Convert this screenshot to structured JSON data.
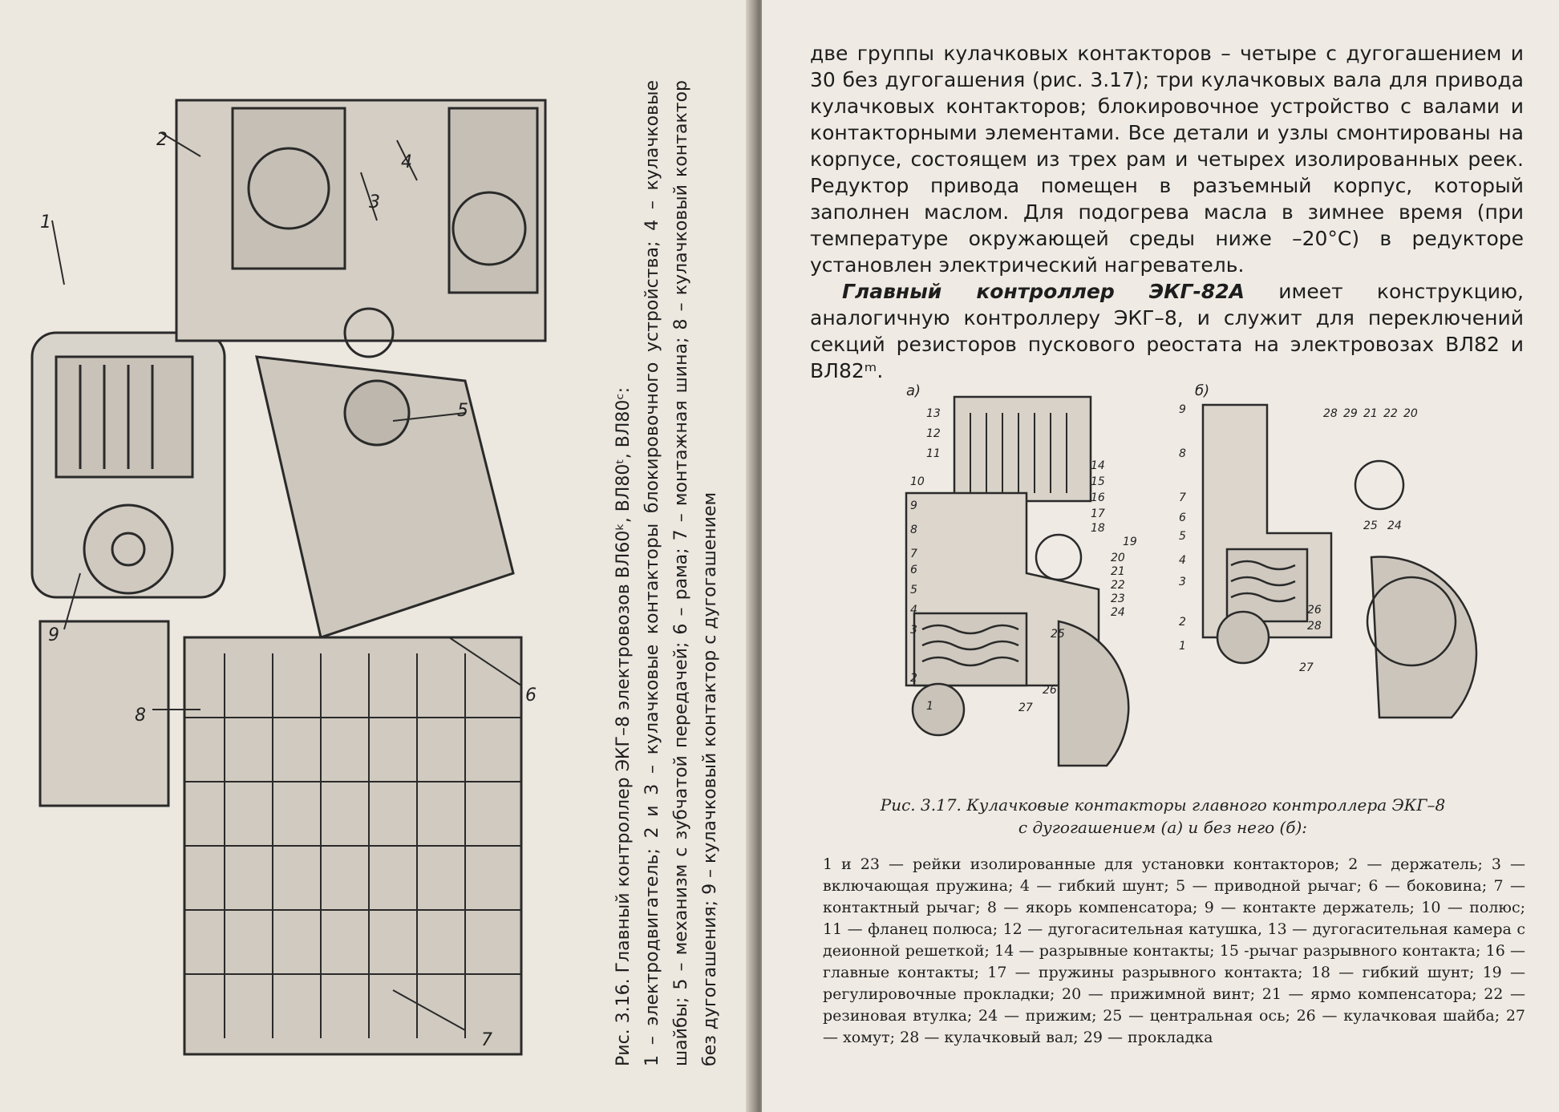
{
  "left_page": {
    "caption": {
      "title": "Рис. 3.16. Главный контроллер ЭКГ–8 электровозов ВЛ60ᵏ, ВЛ80ᵗ, ВЛ80ᶜ:",
      "legend": "1 – электродвигатель; 2 и 3 – кулачковые контакторы блокировочного устройства; 4 – кулачковые шайбы; 5 – механизм с зубчатой передачей; 6 – рама; 7 – монтажная шина; 8 – кулачковый контактор без дугогашения; 9 – кулачковый контактор с дугогашением"
    },
    "figure_labels": [
      "1",
      "2",
      "3",
      "4",
      "5",
      "6",
      "7",
      "8",
      "9"
    ]
  },
  "right_page": {
    "paragraph1": "две группы кулачковых контакторов – четыре с дугогашением и 30 без дугогашения (рис. 3.17); три кулачковых вала для привода кулачковых контакторов; блокировочное устройство с валами и контакторными элементами. Все детали и узлы смонтированы на корпусе, состоящем из трех рам и четырех изолированных реек. Редуктор привода помещен в разъемный корпус, который заполнен маслом. Для подогрева масла в зимнее время (при температуре окружающей среды ниже –20°С) в редукторе установлен электрический нагреватель.",
    "paragraph2_bold": "Главный контроллер ЭКГ-82А",
    "paragraph2_rest": " имеет конструкцию, аналогичную контроллеру ЭКГ–8, и служит для переключений секций резисторов пускового реостата на электровозах ВЛ82 и ВЛ82ᵐ.",
    "figure": {
      "panel_a": "а)",
      "panel_b": "б)",
      "labels_a": [
        "13",
        "12",
        "11",
        "10",
        "9",
        "8",
        "7",
        "6",
        "5",
        "4",
        "3",
        "2",
        "1",
        "14",
        "15",
        "16",
        "17",
        "18",
        "19",
        "20",
        "21",
        "22",
        "23",
        "24",
        "25",
        "26",
        "27"
      ],
      "labels_b": [
        "9",
        "8",
        "7",
        "6",
        "5",
        "4",
        "3",
        "2",
        "1",
        "28",
        "29",
        "21",
        "22",
        "20",
        "25",
        "24",
        "26",
        "28",
        "27"
      ]
    },
    "figure_caption_line1": "Рис. 3.17. Кулачковые контакторы главного контроллера ЭКГ–8",
    "figure_caption_line2": "с дугогашением (а) и без него (б):",
    "legend": "1 и 23 — рейки изолированные для установки контакторов; 2 — держатель; 3 — включающая пружина; 4 — гибкий шунт; 5 — приводной рычаг; 6 — боковина; 7 — контактный рычаг; 8 — якорь компенсатора; 9 — контакте держатель; 10 — полюс; 11 — фланец полюса; 12 — дугогасительная катушка, 13 — дугогасительная камера с деионной решеткой; 14 — разрывные контакты; 15 -рычаг разрывного контакта; 16 — главные контакты; 17 — пружины разрывного контакта; 18 — гибкий шунт; 19 — регулировочные прокладки; 20 — прижимной винт; 21 — ярмо компенсатора; 22 — резиновая втулка; 24 — прижим; 25 — центральная ось; 26 — кулачковая шайба; 27 — хомут; 28 — кулачковый вал; 29 — прокладка"
  }
}
